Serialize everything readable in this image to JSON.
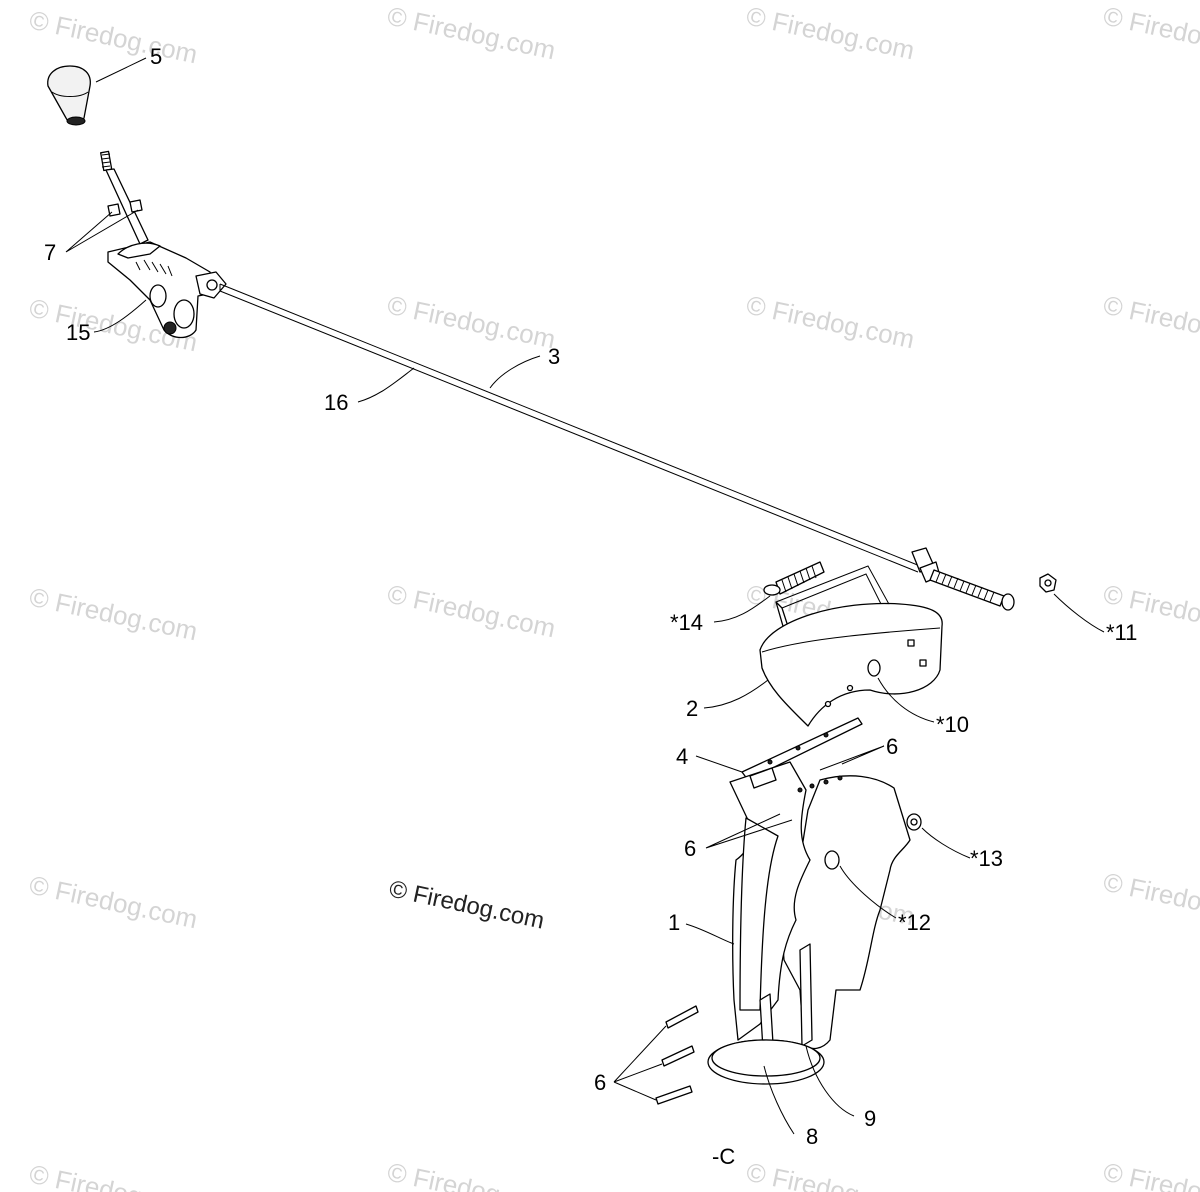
{
  "watermark": {
    "text": "© Firedog.com",
    "main_text": "© Firedog.com",
    "color": "#d4d4d4"
  },
  "callouts": {
    "c1": "1",
    "c2": "2",
    "c3": "3",
    "c4": "4",
    "c5": "5",
    "c6a": "6",
    "c6b": "6",
    "c6c": "6",
    "c7": "7",
    "c8": "8",
    "c9": "9",
    "c10": "*10",
    "c11": "*11",
    "c12": "*12",
    "c13": "*13",
    "c14": "*14",
    "c15": "15",
    "c16": "16",
    "cC": "-C"
  }
}
